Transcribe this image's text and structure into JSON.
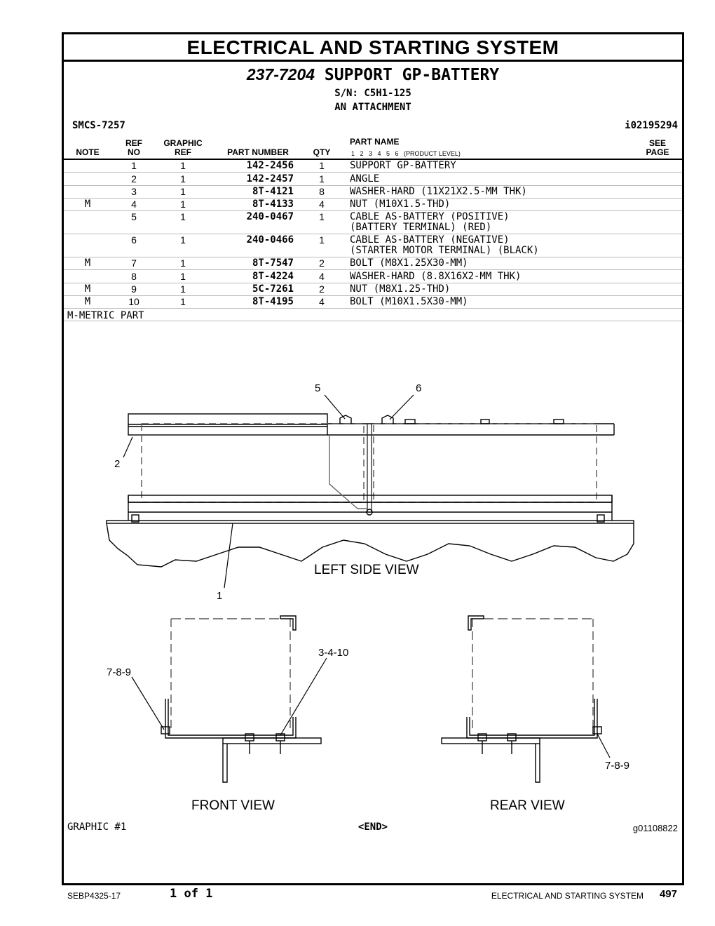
{
  "section_title": "ELECTRICAL AND STARTING SYSTEM",
  "group": {
    "part_number": "237-7204",
    "name": "SUPPORT GP-BATTERY",
    "serial": "S/N: C5H1-125",
    "type": "AN ATTACHMENT",
    "smcs": "SMCS-7257",
    "info_id": "i02195294"
  },
  "columns": {
    "note": "NOTE",
    "ref_no": [
      "REF",
      "NO"
    ],
    "graphic_ref": [
      "GRAPHIC",
      "REF"
    ],
    "part_number": "PART NUMBER",
    "qty": "QTY",
    "part_name": "PART NAME",
    "product_level": "1   2   3   4   5   6   (PRODUCT LEVEL)",
    "see_page": [
      "SEE",
      "PAGE"
    ]
  },
  "parts": [
    {
      "note": "",
      "ref": "1",
      "gref": "1",
      "pn": "142-2456",
      "qty": "1",
      "name": "SUPPORT GP-BATTERY"
    },
    {
      "note": "",
      "ref": "2",
      "gref": "1",
      "pn": "142-2457",
      "qty": "1",
      "name": "ANGLE"
    },
    {
      "note": "",
      "ref": "3",
      "gref": "1",
      "pn": "8T-4121",
      "qty": "8",
      "name": "WASHER-HARD (11X21X2.5-MM THK)"
    },
    {
      "note": "M",
      "ref": "4",
      "gref": "1",
      "pn": "8T-4133",
      "qty": "4",
      "name": "NUT (M10X1.5-THD)"
    },
    {
      "note": "",
      "ref": "5",
      "gref": "1",
      "pn": "240-0467",
      "qty": "1",
      "name": "CABLE AS-BATTERY (POSITIVE)\n(BATTERY TERMINAL) (RED)"
    },
    {
      "note": "",
      "ref": "6",
      "gref": "1",
      "pn": "240-0466",
      "qty": "1",
      "name": "CABLE AS-BATTERY (NEGATIVE)\n(STARTER MOTOR TERMINAL) (BLACK)"
    },
    {
      "note": "M",
      "ref": "7",
      "gref": "1",
      "pn": "8T-7547",
      "qty": "2",
      "name": "BOLT (M8X1.25X30-MM)"
    },
    {
      "note": "",
      "ref": "8",
      "gref": "1",
      "pn": "8T-4224",
      "qty": "4",
      "name": "WASHER-HARD (8.8X16X2-MM THK)"
    },
    {
      "note": "M",
      "ref": "9",
      "gref": "1",
      "pn": "5C-7261",
      "qty": "2",
      "name": "NUT (M8X1.25-THD)"
    },
    {
      "note": "M",
      "ref": "10",
      "gref": "1",
      "pn": "8T-4195",
      "qty": "4",
      "name": "BOLT (M10X1.5X30-MM)"
    }
  ],
  "metric_note": "M-METRIC PART",
  "drawing": {
    "callouts": {
      "c5": "5",
      "c6": "6",
      "c2": "2",
      "c1": "1",
      "c3410": "3-4-10",
      "c789a": "7-8-9",
      "c789b": "7-8-9"
    },
    "views": {
      "left": "LEFT SIDE VIEW",
      "front": "FRONT VIEW",
      "rear": "REAR VIEW"
    }
  },
  "graphic_label": "GRAPHIC #1",
  "end_marker": "<END>",
  "graphic_id": "g01108822",
  "footer": {
    "doc": "SEBP4325-17",
    "page_of": "1 of 1",
    "section": "ELECTRICAL AND STARTING SYSTEM",
    "page_number": "497"
  }
}
